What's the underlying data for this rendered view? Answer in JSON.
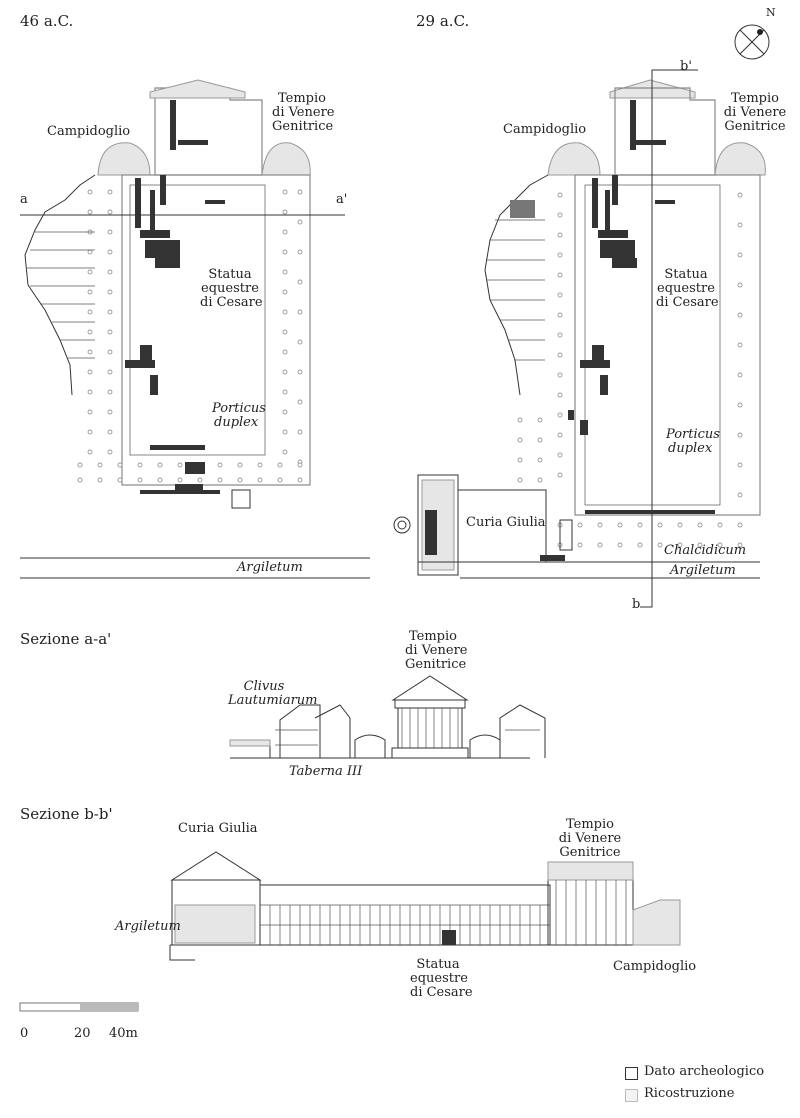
{
  "plans": {
    "left": {
      "date": "46 a.C.",
      "campidoglio": "Campidoglio",
      "tempio": [
        "Tempio",
        "di Venere",
        "Genitrice"
      ],
      "statua": [
        "Statua",
        "equestre",
        "di Cesare"
      ],
      "porticus": [
        "Porticus",
        "duplex"
      ],
      "argiletum": "Argiletum",
      "section_a": "a",
      "section_a2": "a'"
    },
    "right": {
      "date": "29 a.C.",
      "campidoglio": "Campidoglio",
      "tempio": [
        "Tempio",
        "di Venere",
        "Genitrice"
      ],
      "statua": [
        "Statua",
        "equestre",
        "di Cesare"
      ],
      "porticus": [
        "Porticus",
        "duplex"
      ],
      "curia": "Curia Giulia",
      "chalcidicum": "Chalcidicum",
      "argiletum": "Argiletum",
      "section_b": "b",
      "section_b2": "b'"
    },
    "north": "N"
  },
  "section_aa": {
    "title": "Sezione a-a'",
    "tempio": [
      "Tempio",
      "di Venere",
      "Genitrice"
    ],
    "clivus": [
      "Clivus",
      "Lautumiarum"
    ],
    "taberna": "Taberna III"
  },
  "section_bb": {
    "title": "Sezione b-b'",
    "curia": "Curia Giulia",
    "tempio": [
      "Tempio",
      "di Venere",
      "Genitrice"
    ],
    "argiletum": "Argiletum",
    "statua": [
      "Statua",
      "equestre",
      "di Cesare"
    ],
    "campidoglio": "Campidoglio"
  },
  "scale": {
    "labels": [
      "0",
      "20",
      "40m"
    ]
  },
  "legend": {
    "items": [
      {
        "label": "Dato archeologico",
        "kind": "archeologico"
      },
      {
        "label": "Ricostruzione",
        "kind": "ricostruzione"
      }
    ]
  }
}
